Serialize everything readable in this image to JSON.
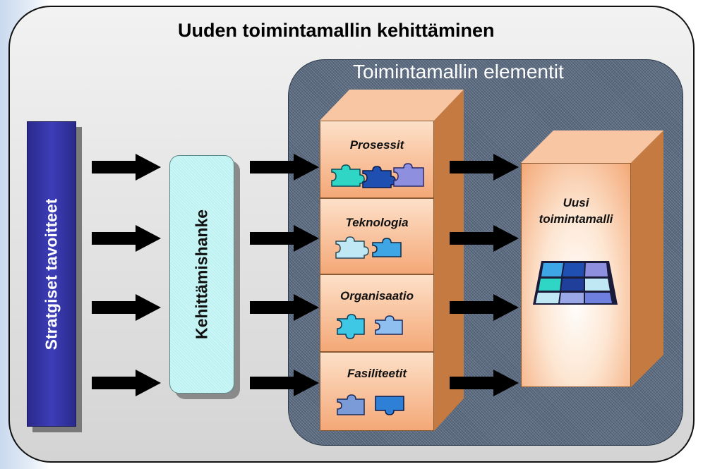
{
  "diagram": {
    "title": "Uuden toimintamallin kehittäminen",
    "elements_panel_title": "Toimintamallin elementit",
    "source": "Stratgiset tavoitteet",
    "project": "Kehittämishanke",
    "layers": [
      {
        "label": "Prosessit",
        "icon": "puzzle-pieces-icon"
      },
      {
        "label": "Teknologia",
        "icon": "puzzle-pieces-icon"
      },
      {
        "label": "Organisaatio",
        "icon": "puzzle-pieces-icon"
      },
      {
        "label": "Fasiliteetit",
        "icon": "puzzle-pieces-icon"
      }
    ],
    "result": {
      "line1": "Uusi",
      "line2": "toimintamalli",
      "icon": "completed-puzzle-icon"
    }
  },
  "colors": {
    "goal_bar": "#3333aa",
    "project_box": "#bdf2f2",
    "layer_fill": "#f4a877",
    "panel": "#5a6a80",
    "arrow": "#000000",
    "puzzle_teal": "#2fd6c6",
    "puzzle_blue": "#1f4fb0",
    "puzzle_periwinkle": "#8f8fe0",
    "puzzle_light": "#bfe8f4",
    "puzzle_sky": "#3fa6e6"
  }
}
